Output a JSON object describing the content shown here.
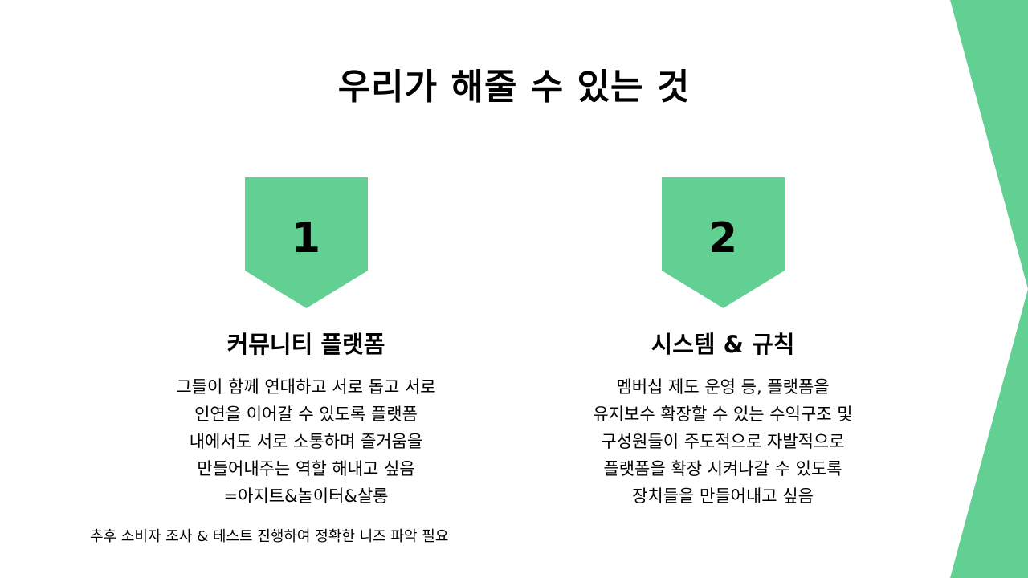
{
  "title": "우리가 해줄 수 있는 것",
  "colors": {
    "accent": "#62cf93",
    "text": "#000000",
    "background": "#ffffff"
  },
  "cards": [
    {
      "number": "1",
      "title": "커뮤니티 플랫폼",
      "lines": [
        "그들이 함께 연대하고 서로 돕고 서로",
        "인연을 이어갈 수 있도록 플랫폼",
        "내에서도 서로 소통하며 즐거움을",
        "만들어내주는 역할 해내고 싶음",
        "=아지트&놀이터&살롱"
      ]
    },
    {
      "number": "2",
      "title": "시스템 & 규칙",
      "lines": [
        "멤버십 제도 운영 등, 플랫폼을",
        "유지보수 확장할 수 있는 수익구조 및",
        "구성원들이 주도적으로 자발적으로",
        "플랫폼을 확장 시켜나갈 수 있도록",
        "장치들을 만들어내고 싶음"
      ]
    }
  ],
  "footnote": "추후 소비자 조사 & 테스트 진행하여 정확한 니즈 파악 필요"
}
